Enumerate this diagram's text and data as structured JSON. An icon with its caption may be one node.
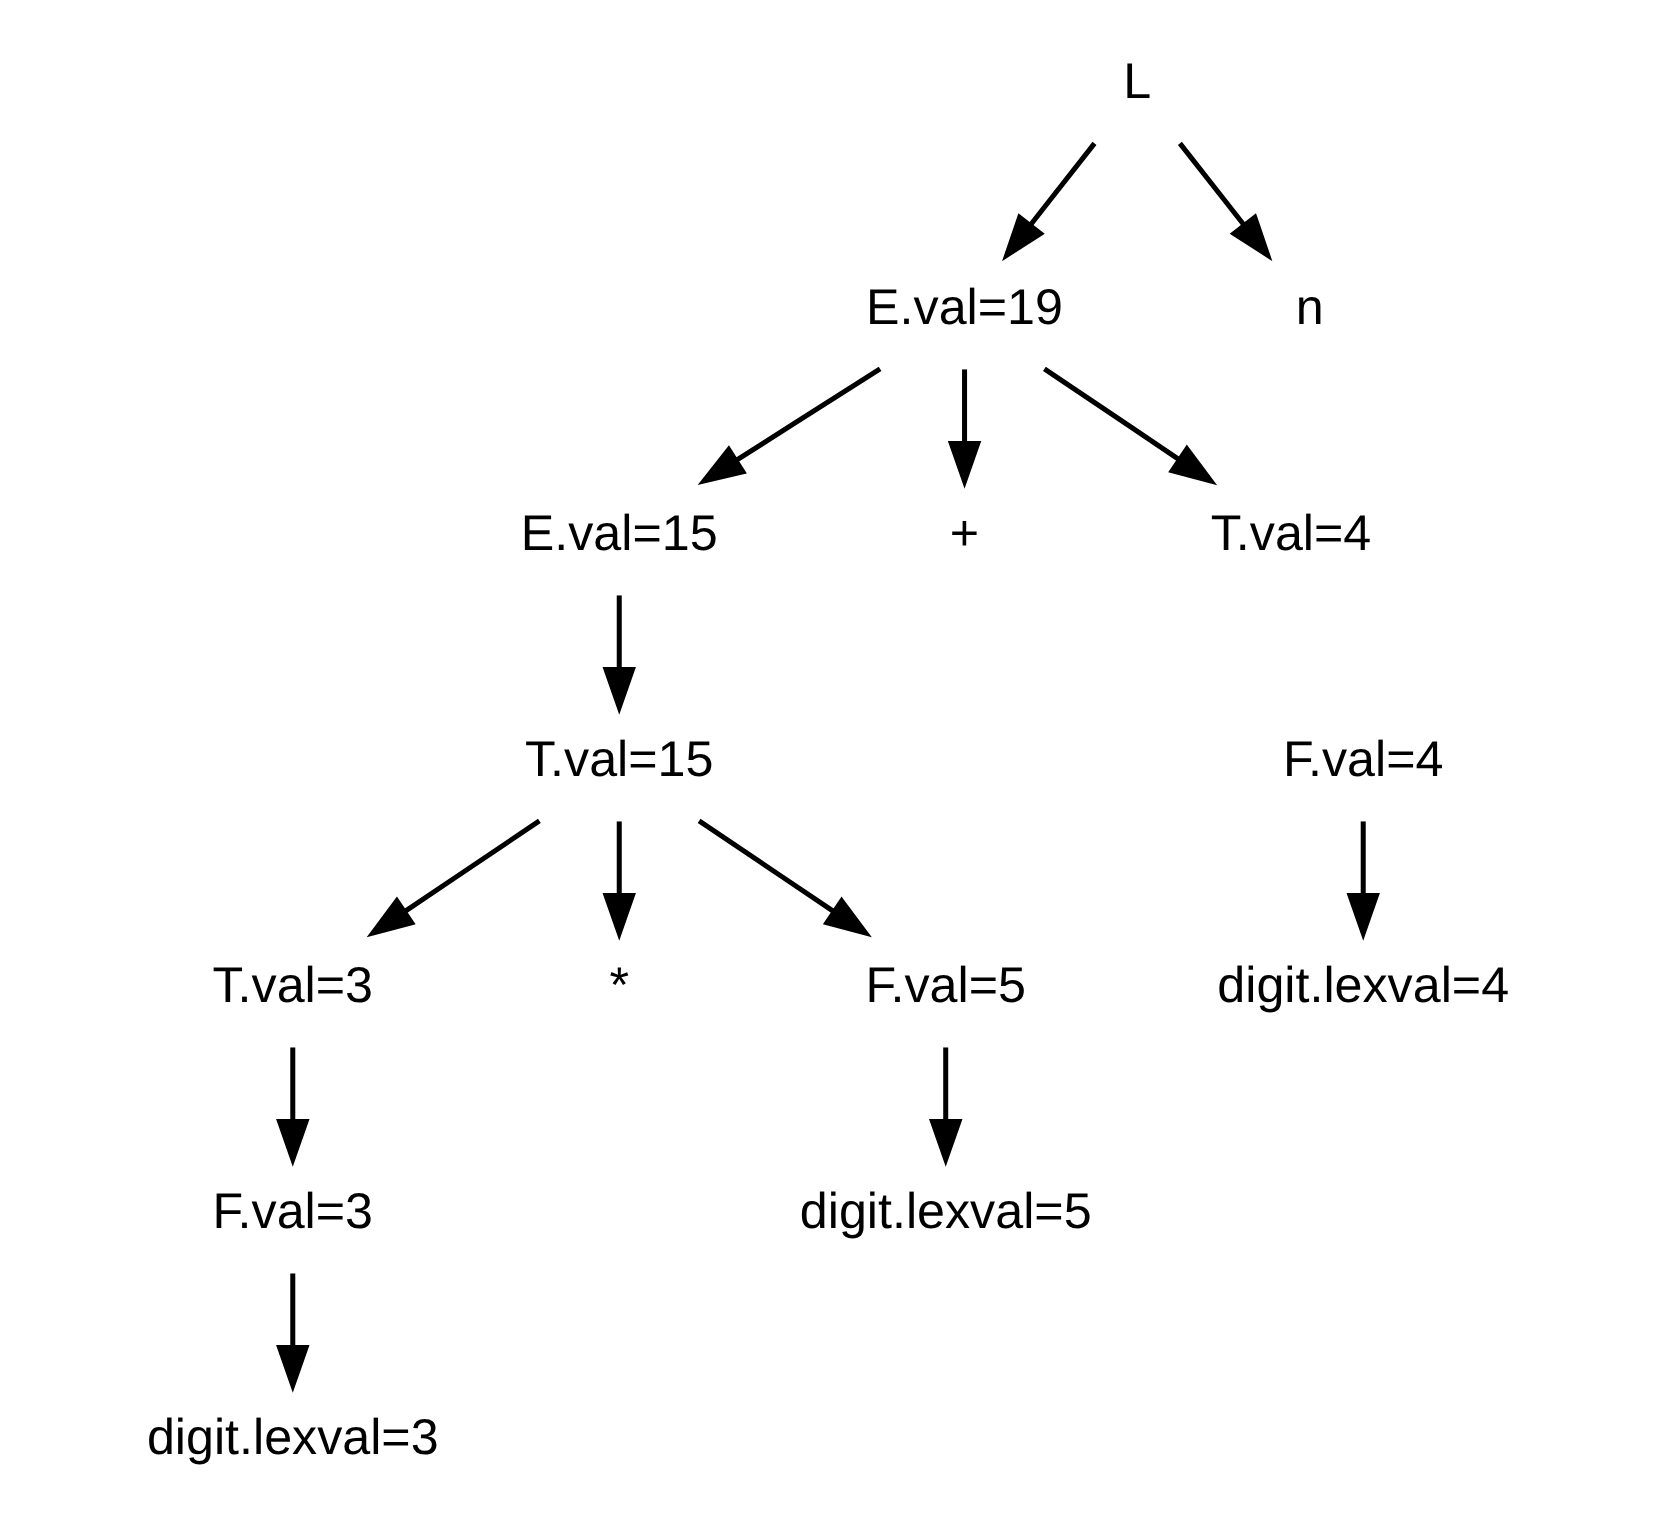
{
  "diagram": {
    "nodes": [
      {
        "text": [
          "L"
        ]
      },
      {
        "text": [
          "E.val=19"
        ]
      },
      {
        "text": [
          "n"
        ]
      },
      {
        "text": [
          "E.val=15"
        ]
      },
      {
        "text": [
          "+"
        ]
      },
      {
        "text": [
          "T.val=4"
        ]
      },
      {
        "text": [
          "T.val=15"
        ]
      },
      {
        "text": [
          "F.val=4"
        ]
      },
      {
        "text": [
          "T.val=3"
        ]
      },
      {
        "text": [
          "*"
        ]
      },
      {
        "text": [
          "F.val=5"
        ]
      },
      {
        "text": [
          "digit.lexval=4"
        ]
      },
      {
        "text": [
          "F.val=3"
        ]
      },
      {
        "text": [
          "digit.lexval=5"
        ]
      },
      {
        "text": [
          "digit.lexval=3"
        ]
      }
    ],
    "edges": [
      {
        "from": 0,
        "to": 1,
        "arrow": "to"
      },
      {
        "from": 0,
        "to": 2,
        "arrow": "to"
      },
      {
        "from": 1,
        "to": 3,
        "arrow": "to"
      },
      {
        "from": 1,
        "to": 4,
        "arrow": "to"
      },
      {
        "from": 1,
        "to": 5,
        "arrow": "to"
      },
      {
        "from": 3,
        "to": 6,
        "arrow": "to"
      },
      {
        "from": 6,
        "to": 8,
        "arrow": "to"
      },
      {
        "from": 6,
        "to": 9,
        "arrow": "to"
      },
      {
        "from": 6,
        "to": 10,
        "arrow": "to"
      },
      {
        "from": 7,
        "to": 11,
        "arrow": "to"
      },
      {
        "from": 8,
        "to": 12,
        "arrow": "to"
      },
      {
        "from": 10,
        "to": 13,
        "arrow": "to"
      },
      {
        "from": 12,
        "to": 14,
        "arrow": "to"
      }
    ]
  }
}
